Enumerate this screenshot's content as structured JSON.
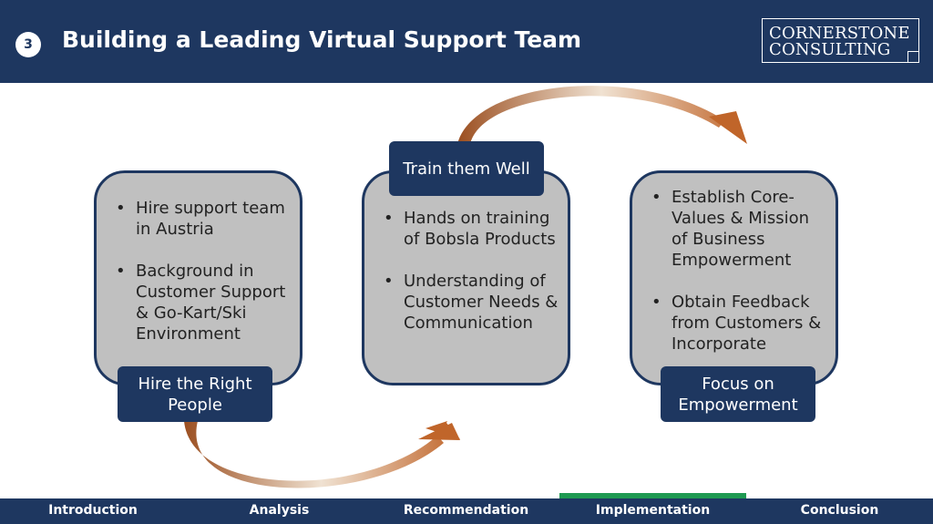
{
  "header": {
    "slide_number": "3",
    "title": "Building a Leading Virtual Support Team",
    "logo_line1": "CORNERSTONE",
    "logo_line2": "CONSULTING"
  },
  "steps": [
    {
      "label": "Hire the Right People",
      "bullets": [
        "Hire support team in Austria",
        "Background in Customer Support & Go-Kart/Ski Environment"
      ]
    },
    {
      "label": "Train them Well",
      "bullets": [
        "Hands on training of Bobsla Products",
        "Understanding of Customer Needs & Communication"
      ]
    },
    {
      "label": "Focus on Empowerment",
      "bullets": [
        "Establish Core-Values & Mission of Business Empowerment",
        "Obtain Feedback from Customers & Incorporate"
      ]
    }
  ],
  "nav": {
    "items": [
      "Introduction",
      "Analysis",
      "Recommendation",
      "Implementation",
      "Conclusion"
    ],
    "active": "Implementation"
  },
  "colors": {
    "navy": "#1e3760",
    "card_gray": "#c0c0c0",
    "arrow_orange": "#c0652a",
    "active_green": "#1f9a52"
  }
}
